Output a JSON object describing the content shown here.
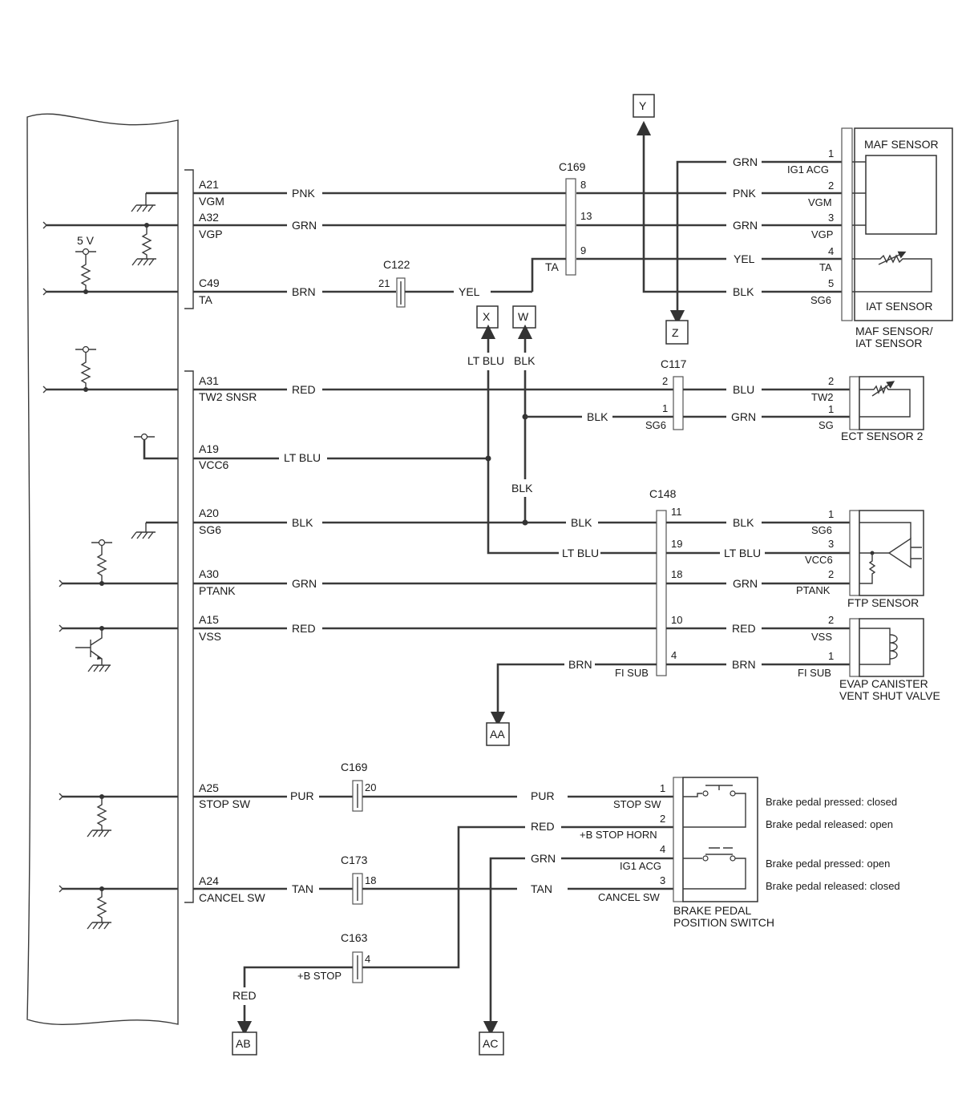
{
  "pcm_pins": [
    {
      "pin": "A21",
      "name": "VGM",
      "color": "PNK"
    },
    {
      "pin": "A32",
      "name": "VGP",
      "color": "GRN"
    },
    {
      "pin": "C49",
      "name": "TA",
      "color": "BRN"
    },
    {
      "pin": "A31",
      "name": "TW2 SNSR",
      "color": "RED"
    },
    {
      "pin": "A19",
      "name": "VCC6",
      "color": "LT BLU"
    },
    {
      "pin": "A20",
      "name": "SG6",
      "color": "BLK"
    },
    {
      "pin": "A30",
      "name": "PTANK",
      "color": "GRN"
    },
    {
      "pin": "A15",
      "name": "VSS",
      "color": "RED"
    },
    {
      "pin": "A25",
      "name": "STOP SW",
      "color": "PUR"
    },
    {
      "pin": "A24",
      "name": "CANCEL SW",
      "color": "TAN"
    }
  ],
  "supply_label": "5 V",
  "connectors": {
    "c169": {
      "name": "C169",
      "pins": [
        "8",
        "13",
        "9"
      ],
      "label_ta": "TA"
    },
    "c122": {
      "name": "C122",
      "pin": "21",
      "color_out": "YEL"
    },
    "c117": {
      "name": "C117",
      "pins": [
        "2",
        "1"
      ],
      "label_sg6": "SG6"
    },
    "c148": {
      "name": "C148",
      "pins": [
        "11",
        "19",
        "18",
        "10",
        "4"
      ],
      "label_fisub": "FI SUB"
    },
    "c169b": {
      "name": "C169",
      "pin": "20"
    },
    "c173": {
      "name": "C173",
      "pin": "18"
    },
    "c163": {
      "name": "C163",
      "pin": "4",
      "label": "+B STOP"
    }
  },
  "mid_wires": {
    "ltblu": "LT BLU",
    "blk": "BLK",
    "blk_ect": "BLK",
    "blk_c148": "BLK",
    "ltblu_c148": "LT BLU",
    "brn_fisub": "BRN",
    "pur_out": "PUR",
    "red_horn": "RED",
    "grn_ig1": "GRN",
    "tan_out": "TAN",
    "red_down": "RED"
  },
  "maf": {
    "wires": [
      {
        "color": "GRN",
        "pin": "1",
        "label": "IG1 ACG"
      },
      {
        "color": "PNK",
        "pin": "2",
        "label": "VGM"
      },
      {
        "color": "GRN",
        "pin": "3",
        "label": "VGP"
      },
      {
        "color": "YEL",
        "pin": "4",
        "label": "TA"
      },
      {
        "color": "BLK",
        "pin": "5",
        "label": "SG6"
      }
    ],
    "maf_label": "MAF SENSOR",
    "iat_label": "IAT SENSOR",
    "caption1": "MAF SENSOR/",
    "caption2": "IAT SENSOR"
  },
  "ect": {
    "wires": [
      {
        "color": "BLU",
        "pin": "2",
        "label": "TW2"
      },
      {
        "color": "GRN",
        "pin": "1",
        "label": "SG"
      }
    ],
    "caption": "ECT SENSOR 2"
  },
  "ftp": {
    "wires": [
      {
        "color": "BLK",
        "pin": "1",
        "label": "SG6"
      },
      {
        "color": "LT BLU",
        "pin": "3",
        "label": "VCC6"
      },
      {
        "color": "GRN",
        "pin": "2",
        "label": "PTANK"
      }
    ],
    "caption": "FTP SENSOR"
  },
  "evap": {
    "wires": [
      {
        "color": "RED",
        "pin": "2",
        "label": "VSS"
      },
      {
        "color": "BRN",
        "pin": "1",
        "label": "FI SUB"
      }
    ],
    "caption1": "EVAP CANISTER",
    "caption2": "VENT SHUT VALVE"
  },
  "brake": {
    "wires": [
      {
        "pin": "1",
        "label": "STOP SW"
      },
      {
        "pin": "2",
        "label": "+B STOP HORN"
      },
      {
        "pin": "4",
        "label": "IG1 ACG"
      },
      {
        "pin": "3",
        "label": "CANCEL SW"
      }
    ],
    "notes": [
      "Brake pedal pressed: closed",
      "Brake pedal released: open",
      "Brake pedal pressed: open",
      "Brake pedal released: closed"
    ],
    "caption1": "BRAKE PEDAL",
    "caption2": "POSITION SWITCH"
  },
  "refs": {
    "y": "Y",
    "z": "Z",
    "x": "X",
    "w": "W",
    "aa": "AA",
    "ab": "AB",
    "ac": "AC"
  }
}
